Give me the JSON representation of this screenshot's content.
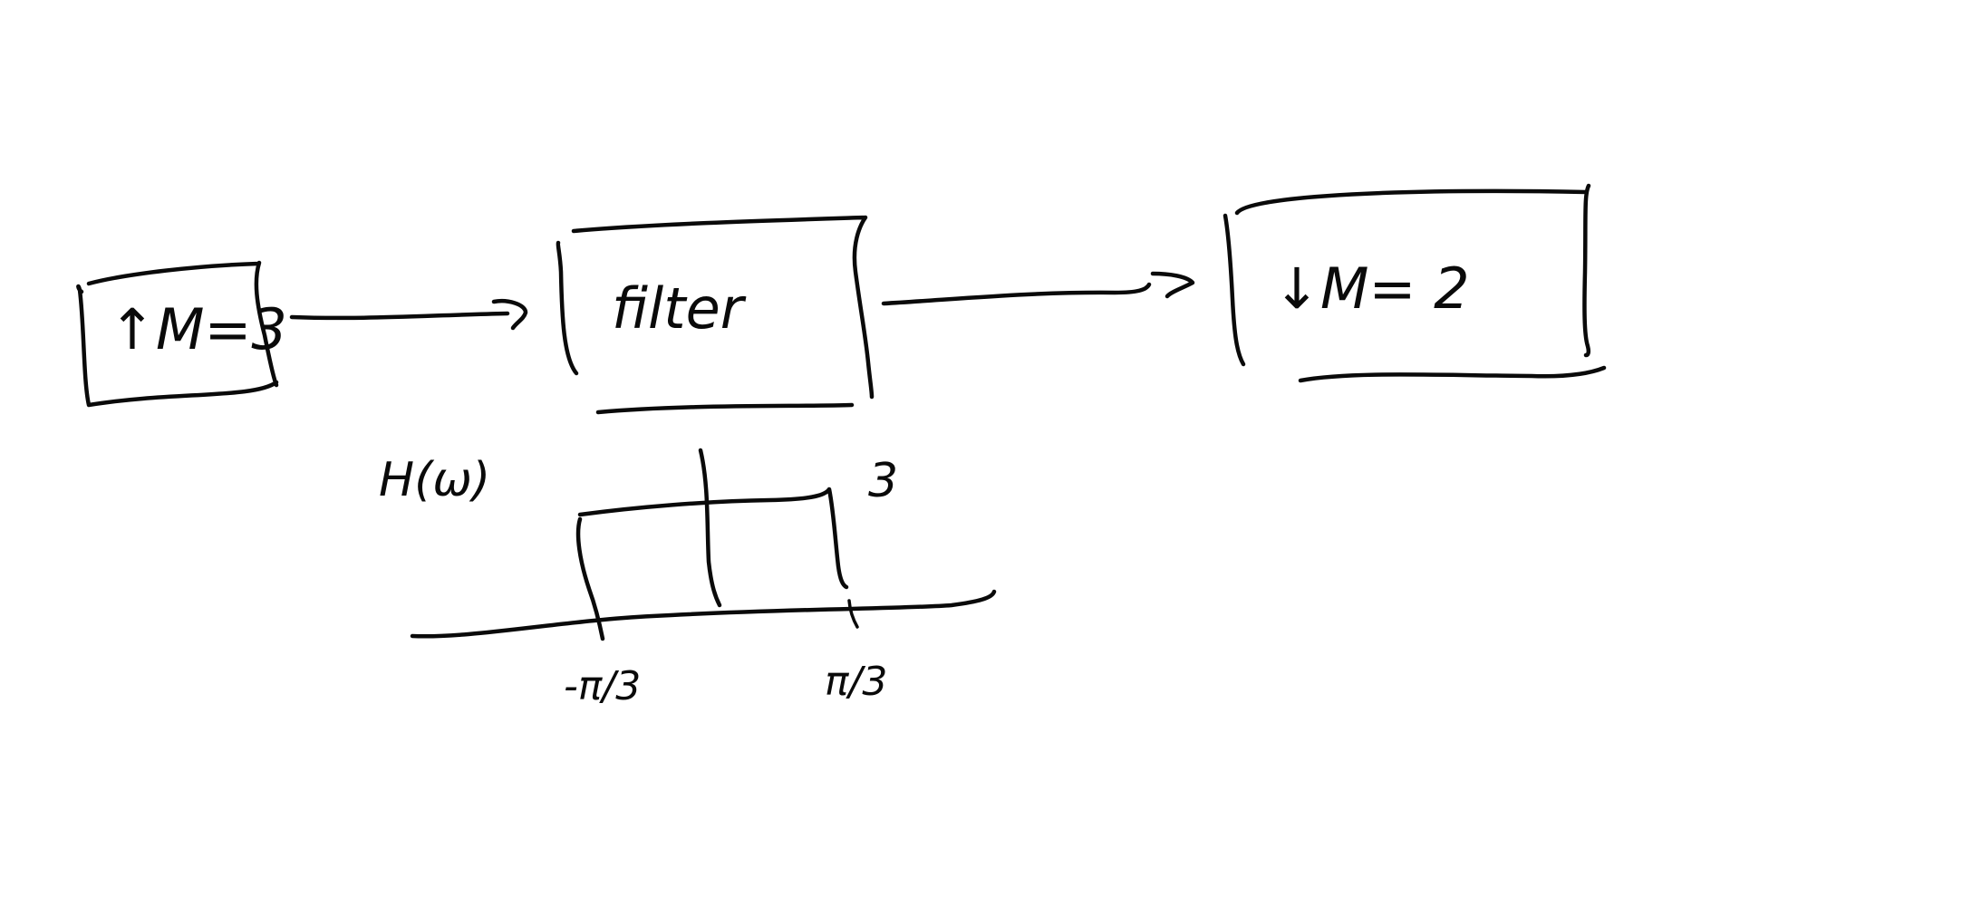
{
  "diagram": {
    "blocks": {
      "upsample": {
        "label": "↑M=3"
      },
      "filter": {
        "label": "filter"
      },
      "downsample": {
        "label": "↓M= 2"
      }
    },
    "response": {
      "function_label": "H(ω)",
      "gain_label": "3",
      "left_cutoff": "-π/3",
      "right_cutoff": "π/3"
    },
    "colors": {
      "ink": "#0a0a0a",
      "background": "#ffffff"
    }
  }
}
